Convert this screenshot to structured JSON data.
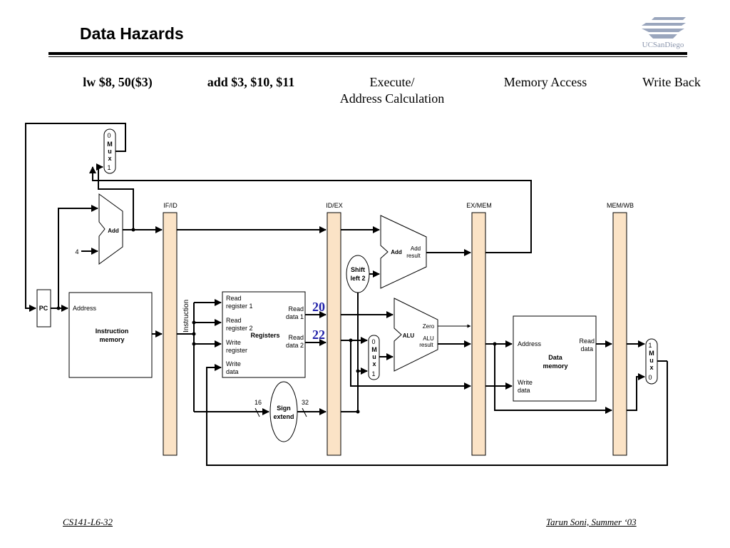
{
  "title": "Data Hazards",
  "stages": {
    "s1": "lw $8, 50($3)",
    "s2": "add $3, $10, $11",
    "s3_line1": "Execute/",
    "s3_line2": "Address Calculation",
    "s4": "Memory Access",
    "s5": "Write Back"
  },
  "logo": {
    "text": "UCSanDiego"
  },
  "footer": {
    "left": "CS141-L6-32",
    "right": "Tarun Soni, Summer ‘03"
  },
  "diagram": {
    "pipeline_registers": [
      "IF/ID",
      "ID/EX",
      "EX/MEM",
      "MEM/WB"
    ],
    "pc": "PC",
    "add": "Add",
    "four": "4",
    "mux_top": [
      "0",
      "M",
      "u",
      "x",
      "1"
    ],
    "mux_alu": [
      "0",
      "M",
      "u",
      "x",
      "1"
    ],
    "mux_wb": [
      "1",
      "M",
      "u",
      "x",
      "0"
    ],
    "imem_address": "Address",
    "imem_line1": "Instruction",
    "imem_line2": "memory",
    "instruction": "Instruction",
    "reg_read1_a": "Read",
    "reg_read1_b": "register 1",
    "reg_read2_a": "Read",
    "reg_read2_b": "register 2",
    "reg_write_a": "Write",
    "reg_write_b": "register",
    "reg_wdata_a": "Write",
    "reg_wdata_b": "data",
    "registers": "Registers",
    "rdata1_a": "Read",
    "rdata1_b": "data 1",
    "rdata2_a": "Read",
    "rdata2_b": "data 2",
    "hazard1": "20",
    "hazard2": "22",
    "sign_a": "Sign",
    "sign_b": "extend",
    "bits16": "16",
    "bits32": "32",
    "shift_a": "Shift",
    "shift_b": "left 2",
    "add2": "Add",
    "addres_a": "Add",
    "addres_b": "result",
    "alu": "ALU",
    "zero": "Zero",
    "alures_a": "ALU",
    "alures_b": "result",
    "dmem_address": "Address",
    "dmem_read_a": "Read",
    "dmem_read_b": "data",
    "dmem_line1": "Data",
    "dmem_line2": "memory",
    "dmem_wdata_a": "Write",
    "dmem_wdata_b": "data"
  }
}
